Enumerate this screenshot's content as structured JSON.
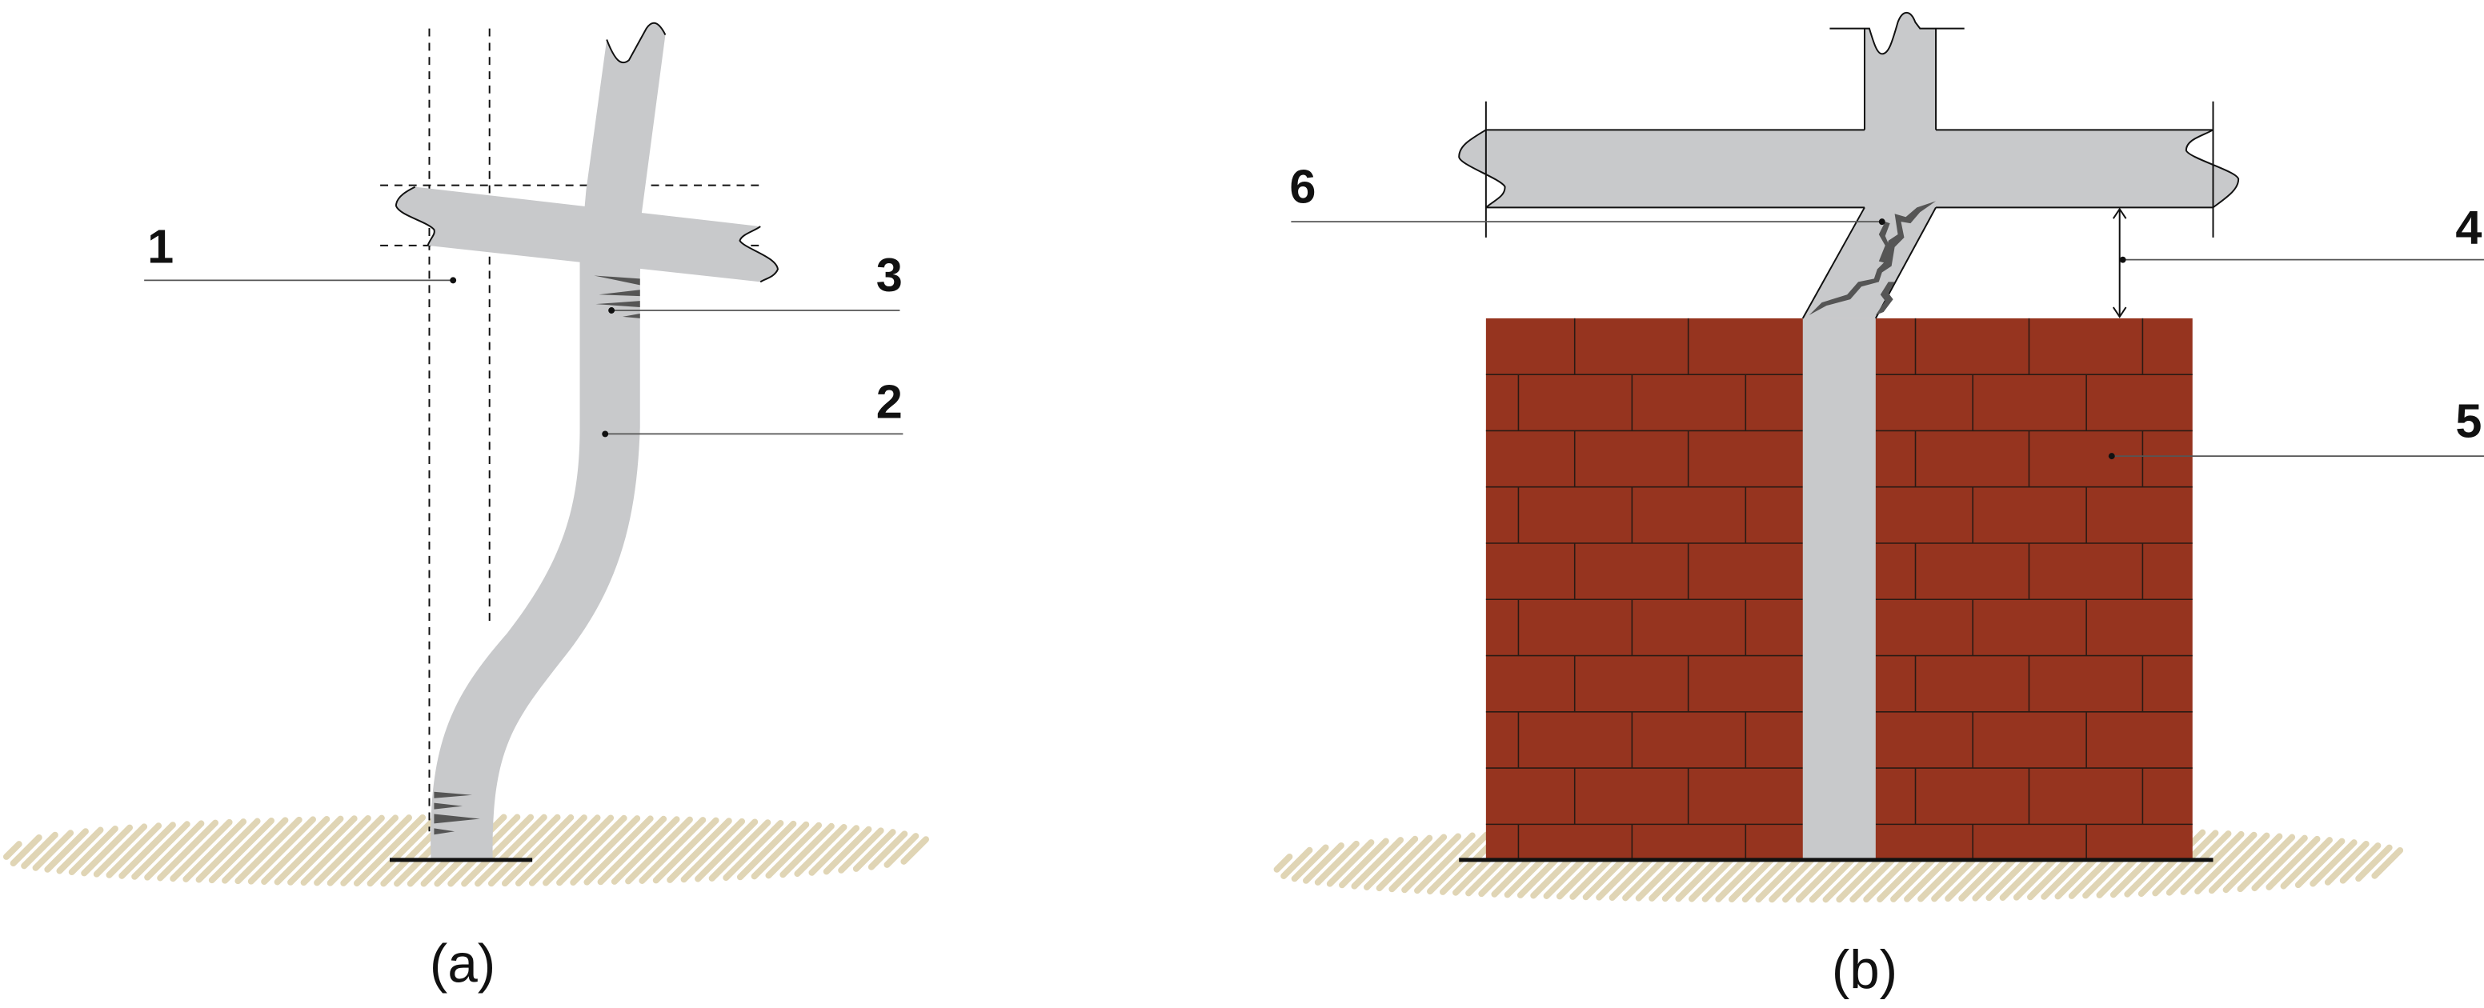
{
  "colors": {
    "concrete": "#c8c9cb",
    "brick": "#96341f",
    "mortar": "#2a1a14",
    "ground": "#e0d5b5",
    "crack": "#555555"
  },
  "figure_a": {
    "caption": "(a)",
    "labels": [
      "1",
      "2",
      "3"
    ]
  },
  "figure_b": {
    "caption": "(b)",
    "labels": [
      "4",
      "5",
      "6"
    ]
  }
}
